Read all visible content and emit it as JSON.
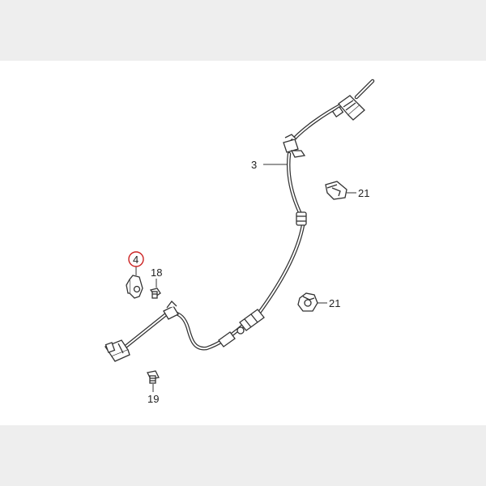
{
  "diagram": {
    "callouts": [
      {
        "id": "part-3",
        "label": "3"
      },
      {
        "id": "part-21-upper",
        "label": "21"
      },
      {
        "id": "part-4",
        "label": "4",
        "highlighted": true
      },
      {
        "id": "part-18",
        "label": "18"
      },
      {
        "id": "part-21-lower",
        "label": "21"
      },
      {
        "id": "part-19",
        "label": "19"
      }
    ],
    "colors": {
      "highlight": "#cc2222",
      "line": "#333333",
      "part_fill": "#ffffff",
      "background": "#ffffff",
      "page": "#eeeeee"
    }
  }
}
